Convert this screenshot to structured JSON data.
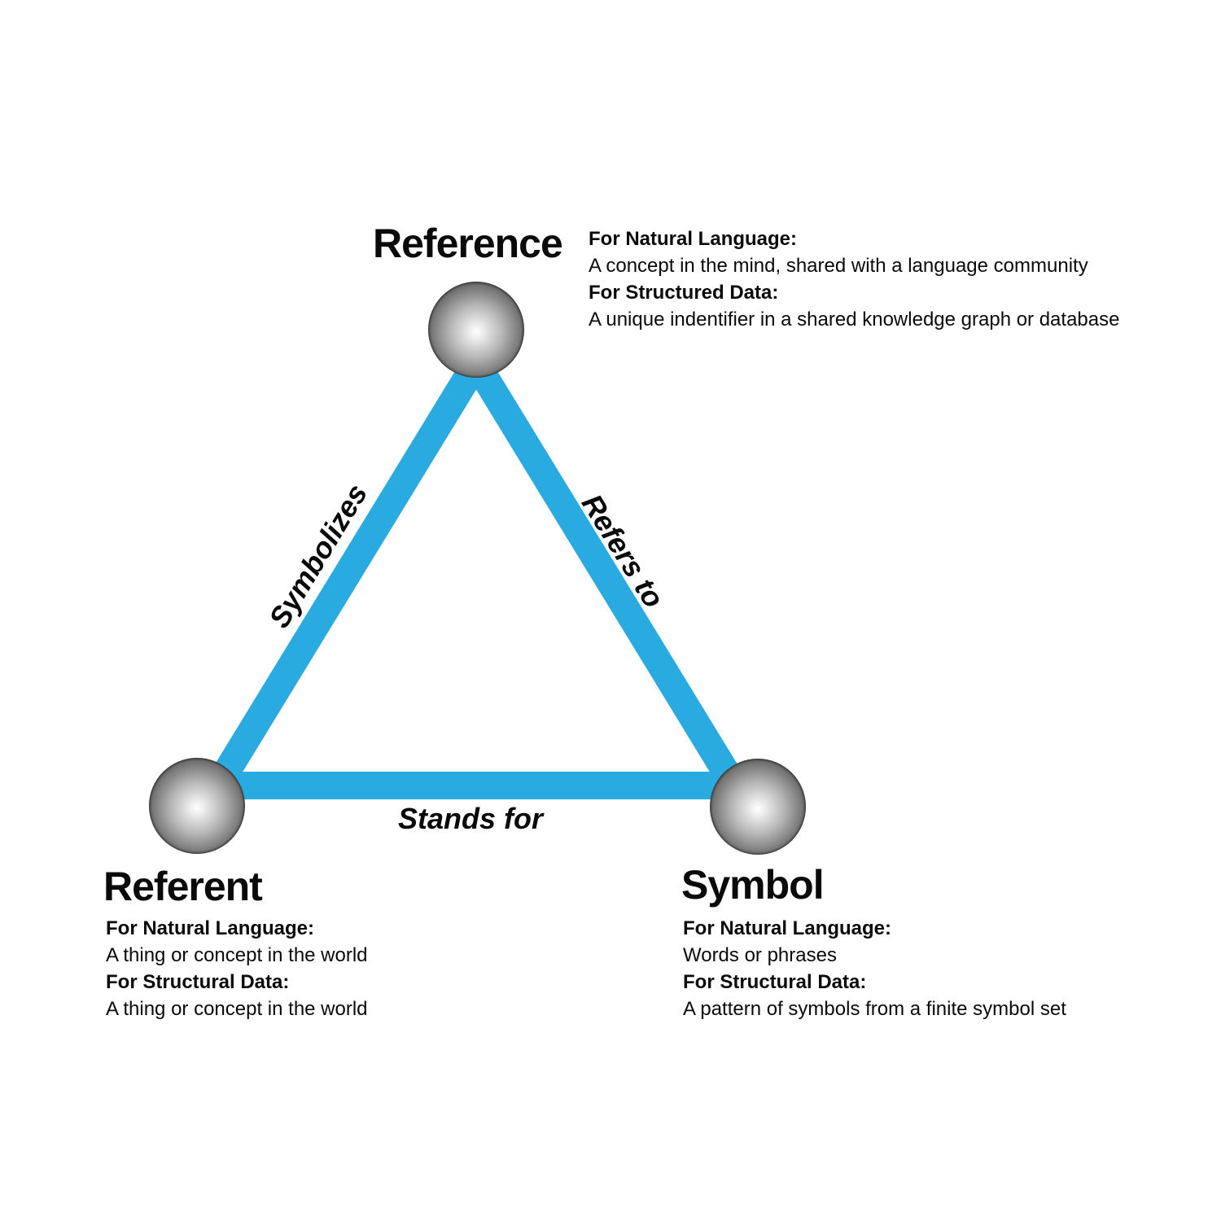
{
  "colors": {
    "edge_blue": "#29ABE2",
    "text": "#0a0a0a",
    "background": "#ffffff",
    "sphere_dark": "#2b2b2b",
    "sphere_highlight": "#ffffff"
  },
  "nodes": {
    "reference": {
      "title": "Reference",
      "nl_heading": "For Natural Language:",
      "nl_text": "A concept in the mind, shared with a language community",
      "sd_heading": "For Structured Data:",
      "sd_text": "A unique indentifier in a shared knowledge graph or database"
    },
    "referent": {
      "title": "Referent",
      "nl_heading": "For Natural Language:",
      "nl_text": "A thing or concept in the world",
      "sd_heading": "For Structural Data:",
      "sd_text": "A thing or concept in the world"
    },
    "symbol": {
      "title": "Symbol",
      "nl_heading": "For Natural Language:",
      "nl_text": "Words or phrases",
      "sd_heading": "For Structural Data:",
      "sd_text": "A pattern of symbols from a finite symbol set"
    }
  },
  "edges": {
    "symbolizes": "Symbolizes",
    "refers_to": "Refers to",
    "stands_for": "Stands for"
  }
}
